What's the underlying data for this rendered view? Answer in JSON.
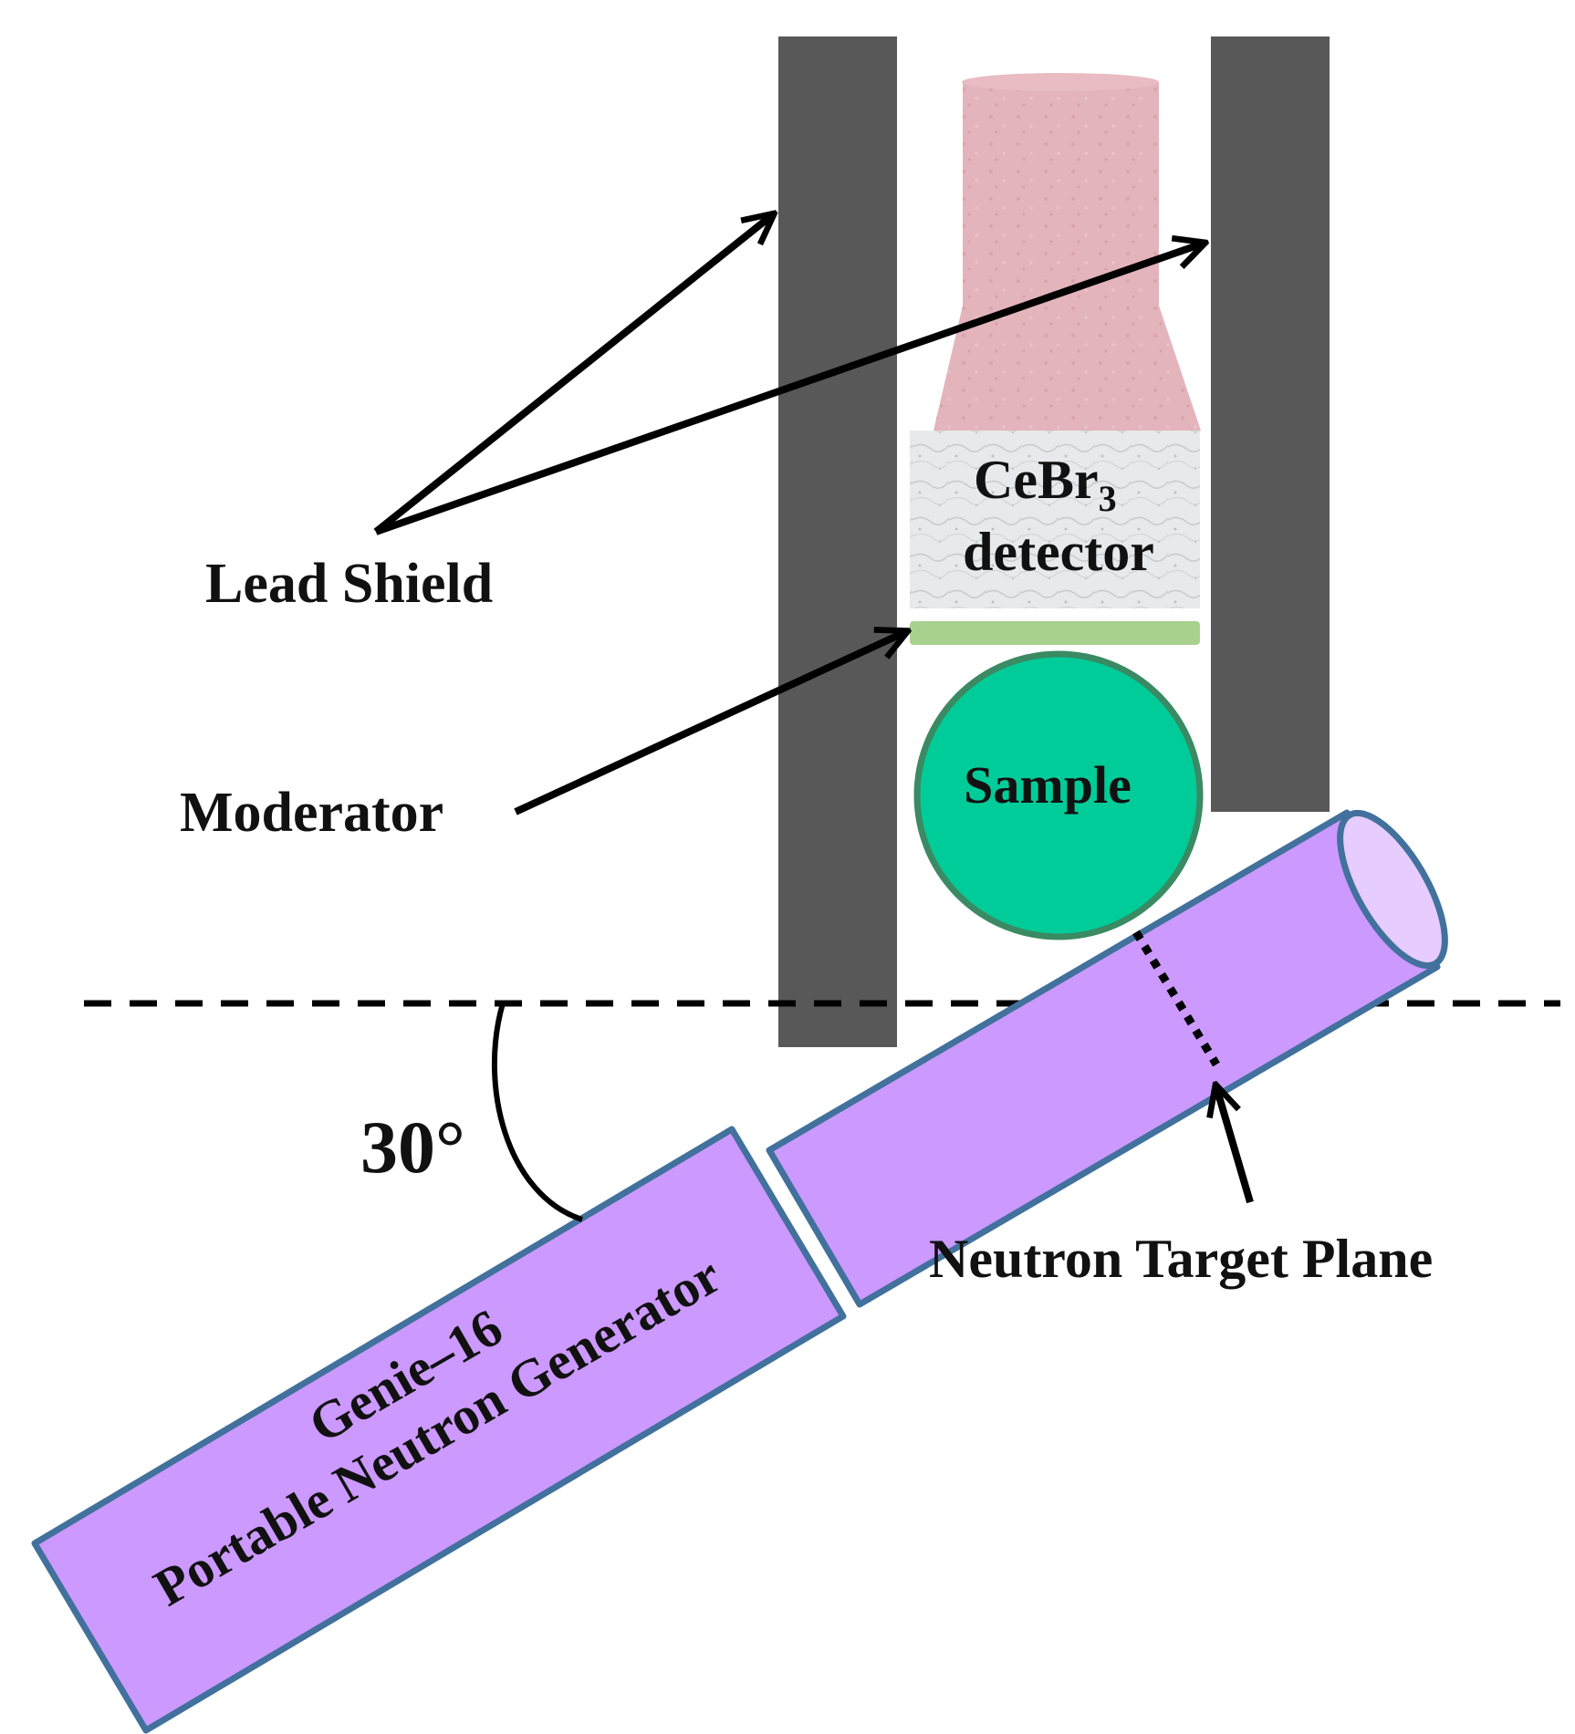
{
  "labels": {
    "lead_shield": "Lead Shield",
    "detector_name": "CeBr",
    "detector_subscript": "3",
    "detector_word": "detector",
    "moderator": "Moderator",
    "sample": "Sample",
    "angle": "30°",
    "neutron_target_plane": "Neutron Target Plane",
    "generator_line1": "Genie–16",
    "generator_line2": "Portable Neutron Generator"
  },
  "angle_degrees": 30,
  "colors": {
    "lead_shield": "#585858",
    "detector_crystal": "#e3b4bb",
    "detector_housing": "#e6e7e8",
    "moderator": "#a9d18e",
    "sample_fill": "#00cc99",
    "sample_stroke": "#3a8a63",
    "generator_fill": "#cc99ff",
    "generator_stroke": "#41719c",
    "line": "#000000"
  }
}
